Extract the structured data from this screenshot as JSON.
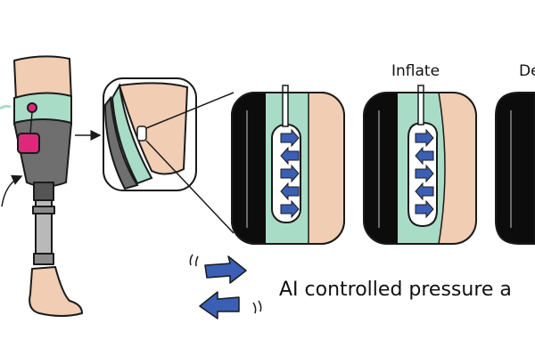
{
  "labels": {
    "inflate": "Inflate",
    "deflate_partial": "De",
    "caption": "AI controlled pressure a"
  },
  "colors": {
    "teal_liner": "#a9dcc7",
    "skin": "#f0cdb3",
    "socket_gray": "#6f6f6f",
    "sensor_pink": "#e0287a",
    "arrow_blue": "#3a5fb5",
    "outline": "#1a1a1a",
    "panel_black": "#0c0c0c"
  },
  "icons": {
    "leg": "prosthetic-leg-icon",
    "zoom": "socket-zoom-icon",
    "bladder": "air-bladder-icon",
    "arrows": "direction-arrows-icon"
  }
}
